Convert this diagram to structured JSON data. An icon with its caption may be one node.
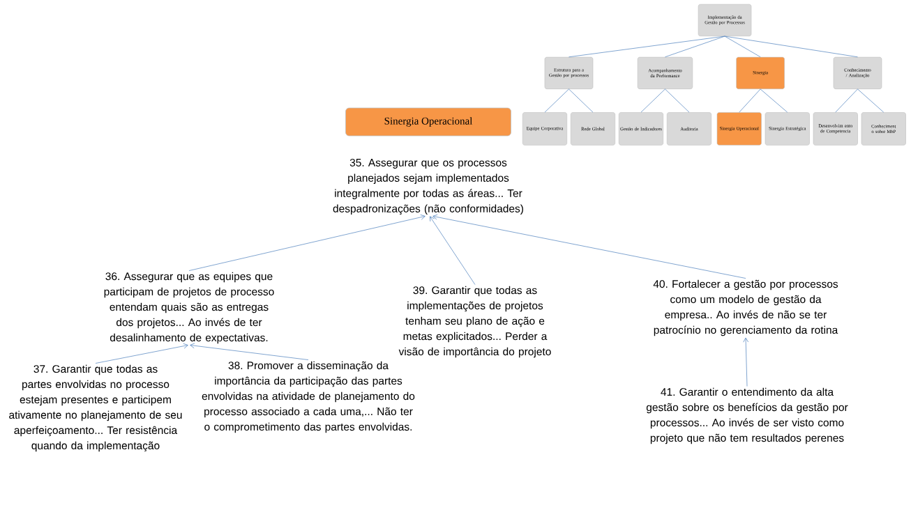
{
  "diagram": {
    "nodes": [
      {
        "text": [
          "Implementação da Gestão por Processos"
        ]
      },
      {
        "text": [
          "Estrutura para a Gestão por processos"
        ]
      },
      {
        "text": [
          "Acompanhamento da Performance"
        ]
      },
      {
        "text": [
          "Sinergia"
        ]
      },
      {
        "text": [
          "Conhecimento / Analização"
        ]
      },
      {
        "text": [
          "Equipe Corporativa"
        ]
      },
      {
        "text": [
          "Rede Global"
        ]
      },
      {
        "text": [
          "Gestão de Indicadores"
        ]
      },
      {
        "text": [
          "Auditoria"
        ]
      },
      {
        "text": [
          "Sinergia Operacional"
        ]
      },
      {
        "text": [
          "Sinergia Estratégica"
        ]
      },
      {
        "text": [
          "Desenvolvim ento de Competencia"
        ]
      },
      {
        "text": [
          "Conheciment o sobre MbP"
        ]
      },
      {
        "text": [
          "Sinergia Operacional"
        ]
      },
      {
        "text": [
          "35. Assegurar que os processos planejados sejam implementados integralmente por todas as áreas... Ter despadronizações (não conformidades)"
        ]
      },
      {
        "text": [
          "36. Assegurar que as equipes que participam de projetos de processo entendam quais são as entregas dos projetos... Ao invés de ter desalinhamento de expectativas."
        ]
      },
      {
        "text": [
          "39. Garantir que todas as implementações de projetos tenham seu plano de ação e metas explicitados... Perder a visão de importância do projeto"
        ]
      },
      {
        "text": [
          "40. Fortalecer a gestão por processos como um modelo de gestão da empresa.. Ao invés de não se ter patrocínio no gerenciamento da rotina"
        ]
      },
      {
        "text": [
          "37. Garantir que todas as partes envolvidas no processo estejam presentes e participem ativamente no planejamento de seu aperfeiçoamento... Ter resistência quando da implementação"
        ]
      },
      {
        "text": [
          "38. Promover a disseminação da importância da participação das partes envolvidas na atividade de planejamento do processo associado a cada uma,... Não ter o comprometimento das partes envolvidas."
        ]
      },
      {
        "text": [
          "41. Garantir o entendimento da alta gestão sobre os benefícios da gestão por processos... Ao invés de ser visto como projeto que não tem resultados perenes"
        ]
      }
    ],
    "edges": [
      {
        "from": 0,
        "to": 1,
        "arrow": "none"
      },
      {
        "from": 0,
        "to": 2,
        "arrow": "none"
      },
      {
        "from": 0,
        "to": 3,
        "arrow": "none"
      },
      {
        "from": 0,
        "to": 4,
        "arrow": "none"
      },
      {
        "from": 1,
        "to": 5,
        "arrow": "none"
      },
      {
        "from": 1,
        "to": 6,
        "arrow": "none"
      },
      {
        "from": 2,
        "to": 7,
        "arrow": "none"
      },
      {
        "from": 2,
        "to": 8,
        "arrow": "none"
      },
      {
        "from": 3,
        "to": 9,
        "arrow": "none"
      },
      {
        "from": 3,
        "to": 10,
        "arrow": "none"
      },
      {
        "from": 4,
        "to": 11,
        "arrow": "none"
      },
      {
        "from": 4,
        "to": 12,
        "arrow": "none"
      },
      {
        "from": 15,
        "to": 14,
        "arrow": "to"
      },
      {
        "from": 16,
        "to": 14,
        "arrow": "to"
      },
      {
        "from": 17,
        "to": 14,
        "arrow": "to"
      },
      {
        "from": 18,
        "to": 15,
        "arrow": "to"
      },
      {
        "from": 19,
        "to": 15,
        "arrow": "to"
      },
      {
        "from": 20,
        "to": 17,
        "arrow": "to"
      }
    ]
  }
}
